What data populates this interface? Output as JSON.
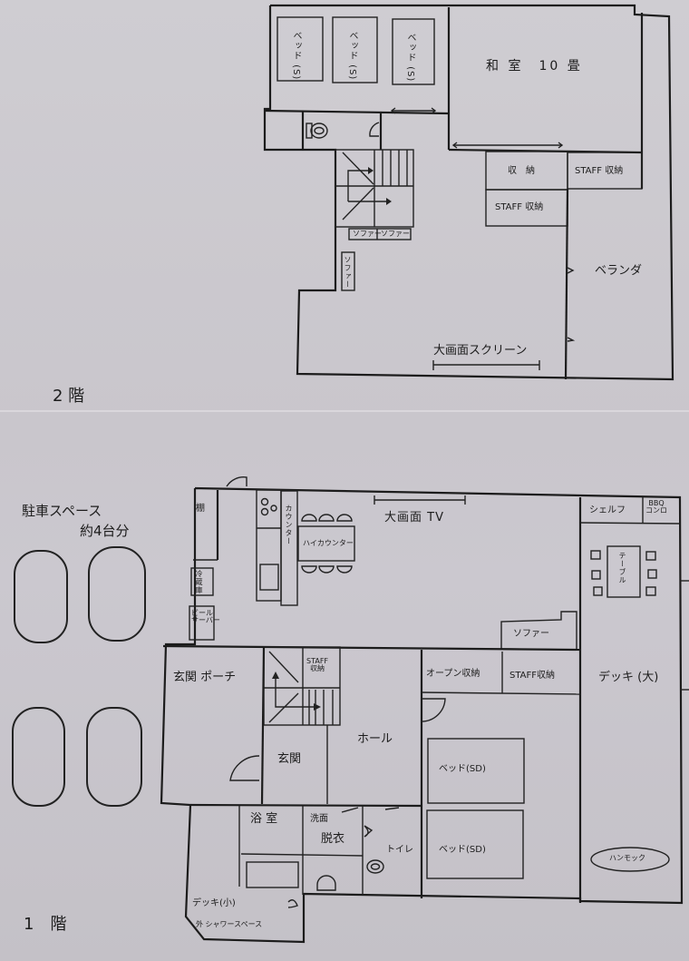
{
  "floors": {
    "second": {
      "title": "2 階",
      "rooms": {
        "bed1": "ベッド\n(S)",
        "bed2": "ベッド\n(S)",
        "bed3": "ベッド\n(S)",
        "washitsu": "和 室　10 畳",
        "storage": "収　納",
        "staff_storage_1": "STAFF 収納",
        "staff_storage_2": "STAFF 収納",
        "sofa_a": "ソファー",
        "sofa_b": "ソファー",
        "sofa_c": "ソファー",
        "veranda": "ベランダ",
        "screen": "大画面スクリーン"
      }
    },
    "first": {
      "title": "1　階",
      "rooms": {
        "shelf": "棚",
        "fridge": "冷蔵庫",
        "beer_server": "ビール\nサーバー",
        "counter": "カウンター",
        "high_counter": "ハイカウンター",
        "tv": "大画面 TV",
        "shelf_deck": "シェルフ",
        "bbq": "BBQ\nコンロ",
        "table": "テーブル",
        "sofa": "ソファー",
        "porch": "玄関 ポーチ",
        "staff_storage_stair": "STAFF\n収納",
        "open_storage": "オープン収納",
        "staff_storage": "STAFF収納",
        "deck_large": "デッキ (大)",
        "genkan": "玄関",
        "hall": "ホール",
        "bed_sd1": "ベッド(SD)",
        "bed_sd2": "ベッド(SD)",
        "bath": "浴 室",
        "washroom": "洗面",
        "dressing": "脱衣",
        "toilet": "トイレ",
        "deck_small": "デッキ(小)",
        "outdoor_shower": "外 シャワースペース",
        "hammock": "ハンモック"
      }
    }
  },
  "parking": {
    "title": "駐車スペース",
    "subtitle": "約4台分",
    "spots": 4
  }
}
